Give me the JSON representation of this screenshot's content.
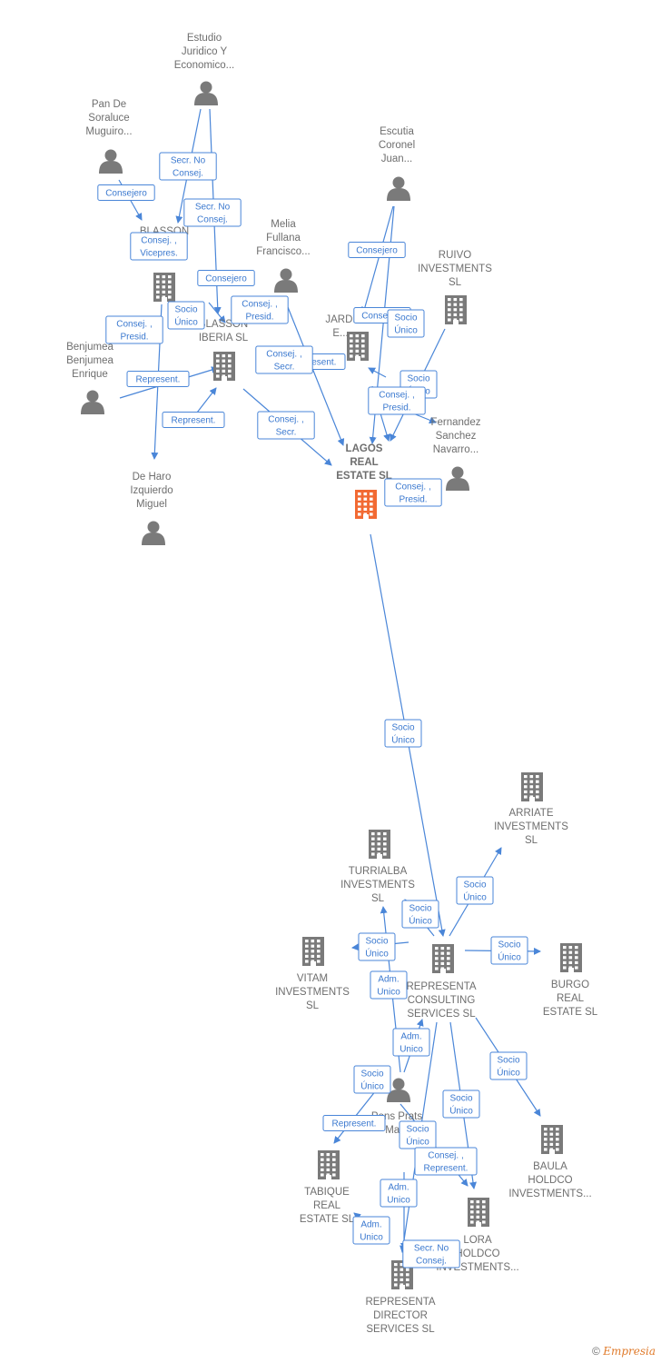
{
  "colors": {
    "edge": "#4a86d8",
    "node": "#7a7a7a",
    "focus": "#f26a33",
    "label": "#6e6e6e"
  },
  "nodes": [
    {
      "id": "estudio",
      "type": "person",
      "lines": [
        "Estudio",
        "Juridico Y",
        "Economico..."
      ]
    },
    {
      "id": "pan",
      "type": "person",
      "lines": [
        "Pan De",
        "Soraluce",
        "Muguiro..."
      ]
    },
    {
      "id": "blasson_sl",
      "type": "company",
      "lines": [
        "BLASSON",
        "SL"
      ]
    },
    {
      "id": "blasson_iberia",
      "type": "company",
      "lines": [
        "BLASSON",
        "IBERIA  SL"
      ]
    },
    {
      "id": "melia",
      "type": "person",
      "lines": [
        "Melia",
        "Fullana",
        "Francisco..."
      ]
    },
    {
      "id": "escutia",
      "type": "person",
      "lines": [
        "Escutia",
        "Coronel",
        "Juan..."
      ]
    },
    {
      "id": "ruivo",
      "type": "company",
      "lines": [
        "RUIVO",
        "INVESTMENTS",
        "SL"
      ]
    },
    {
      "id": "jardi",
      "type": "company",
      "lines": [
        "JARDI",
        "E..."
      ]
    },
    {
      "id": "benjumea",
      "type": "person",
      "lines": [
        "Benjumea",
        "Benjumea",
        "Enrique"
      ]
    },
    {
      "id": "fernandez",
      "type": "person",
      "lines": [
        "Fernandez",
        "Sanchez",
        "Navarro..."
      ]
    },
    {
      "id": "deharo",
      "type": "person",
      "lines": [
        "De Haro",
        "Izquierdo",
        "Miguel"
      ]
    },
    {
      "id": "lagos",
      "type": "focus",
      "lines": [
        "LAGOS",
        "REAL",
        "ESTATE  SL"
      ]
    },
    {
      "id": "arriate",
      "type": "company",
      "lines": [
        "ARRIATE",
        "INVESTMENTS",
        "SL"
      ]
    },
    {
      "id": "turrialba",
      "type": "company",
      "lines": [
        "TURRIALBA",
        "INVESTMENTS",
        "SL"
      ]
    },
    {
      "id": "vitam",
      "type": "company",
      "lines": [
        "VITAM",
        "INVESTMENTS",
        "SL"
      ]
    },
    {
      "id": "representa_consulting",
      "type": "company",
      "lines": [
        "REPRESENTA",
        "CONSULTING",
        "SERVICES  SL"
      ]
    },
    {
      "id": "burgo",
      "type": "company",
      "lines": [
        "BURGO",
        "REAL",
        "ESTATE  SL"
      ]
    },
    {
      "id": "pons",
      "type": "person",
      "lines": [
        "Pons Prats",
        "Ma..."
      ]
    },
    {
      "id": "baula",
      "type": "company",
      "lines": [
        "BAULA",
        "HOLDCO",
        "INVESTMENTS..."
      ]
    },
    {
      "id": "tabique",
      "type": "company",
      "lines": [
        "TABIQUE",
        "REAL",
        "ESTATE  SL"
      ]
    },
    {
      "id": "lora",
      "type": "company",
      "lines": [
        "LORA",
        "HOLDCO",
        "INVESTMENTS..."
      ]
    },
    {
      "id": "representa_director",
      "type": "company",
      "lines": [
        "REPRESENTA",
        "DIRECTOR",
        "SERVICES  SL"
      ]
    }
  ],
  "edge_labels": [
    {
      "id": "e1",
      "lines": [
        "Secr.  No",
        "Consej."
      ]
    },
    {
      "id": "e2",
      "lines": [
        "Secr.  No",
        "Consej."
      ]
    },
    {
      "id": "e3",
      "lines": [
        "Consejero"
      ]
    },
    {
      "id": "e4",
      "lines": [
        "Consej. ,",
        "Vicepres."
      ]
    },
    {
      "id": "e5",
      "lines": [
        "Consejero"
      ]
    },
    {
      "id": "e6",
      "lines": [
        "Consej. ,",
        "Presid."
      ]
    },
    {
      "id": "e7",
      "lines": [
        "Socio",
        "Único"
      ]
    },
    {
      "id": "e8",
      "lines": [
        "Consej. ,",
        "Presid."
      ]
    },
    {
      "id": "e9",
      "lines": [
        "Represent."
      ]
    },
    {
      "id": "e10",
      "lines": [
        "Consej. ,",
        "Secr."
      ]
    },
    {
      "id": "e11",
      "lines": [
        "Represent."
      ]
    },
    {
      "id": "e12",
      "lines": [
        "Represent."
      ]
    },
    {
      "id": "e13",
      "lines": [
        "Consej. ,",
        "Secr."
      ]
    },
    {
      "id": "e14",
      "lines": [
        "Consejero"
      ]
    },
    {
      "id": "e15",
      "lines": [
        "Consejero"
      ]
    },
    {
      "id": "e16",
      "lines": [
        "Socio",
        "Único"
      ]
    },
    {
      "id": "e17",
      "lines": [
        "Socio",
        "Único"
      ]
    },
    {
      "id": "e18",
      "lines": [
        "Consej. ,",
        "Presid."
      ]
    },
    {
      "id": "e19",
      "lines": [
        "Consej. ,",
        "Presid."
      ]
    },
    {
      "id": "e20",
      "lines": [
        "Socio",
        "Único"
      ]
    },
    {
      "id": "e21",
      "lines": [
        "Socio",
        "Único"
      ]
    },
    {
      "id": "e22",
      "lines": [
        "Socio",
        "Único"
      ]
    },
    {
      "id": "e23",
      "lines": [
        "Socio",
        "Único"
      ]
    },
    {
      "id": "e24",
      "lines": [
        "Socio",
        "Único"
      ]
    },
    {
      "id": "e25",
      "lines": [
        "Adm.",
        "Unico"
      ]
    },
    {
      "id": "e26",
      "lines": [
        "Adm.",
        "Unico"
      ]
    },
    {
      "id": "e27",
      "lines": [
        "Socio",
        "Único"
      ]
    },
    {
      "id": "e28",
      "lines": [
        "Socio",
        "Único"
      ]
    },
    {
      "id": "e29",
      "lines": [
        "Represent."
      ]
    },
    {
      "id": "e30",
      "lines": [
        "Socio",
        "Único"
      ]
    },
    {
      "id": "e31",
      "lines": [
        "Socio",
        "Único"
      ]
    },
    {
      "id": "e32",
      "lines": [
        "Consej. ,",
        "Represent."
      ]
    },
    {
      "id": "e33",
      "lines": [
        "Adm.",
        "Unico"
      ]
    },
    {
      "id": "e34",
      "lines": [
        "Adm.",
        "Unico"
      ]
    },
    {
      "id": "e35",
      "lines": [
        "Secr.  No",
        "Consej."
      ]
    }
  ],
  "footer": {
    "copyright": "©",
    "brand": "Empresia"
  }
}
